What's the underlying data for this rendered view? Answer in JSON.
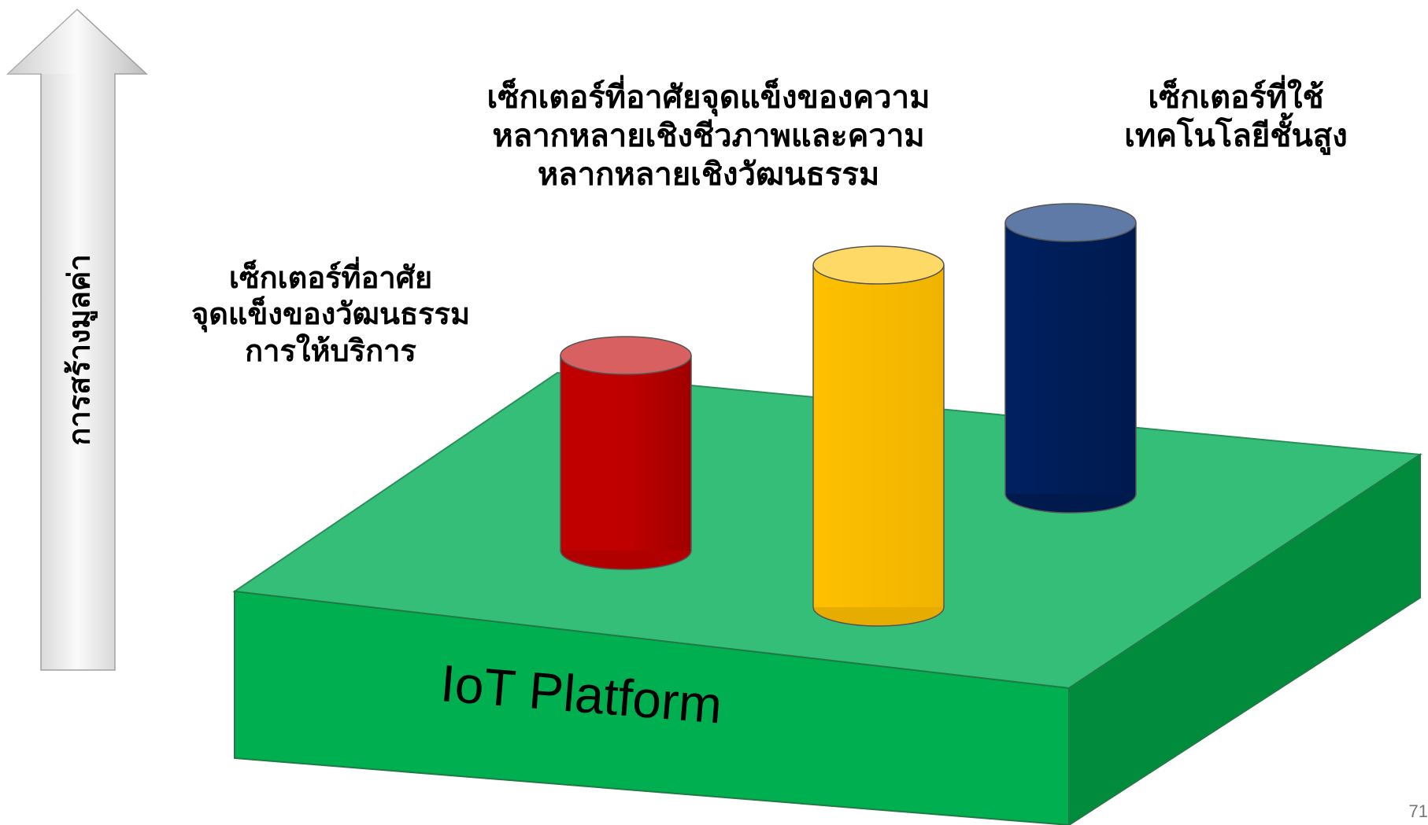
{
  "axis": {
    "label": "การสร้างมูลค่า"
  },
  "platform": {
    "label": "IoT Platform"
  },
  "pillars": [
    {
      "id": "culture",
      "label": "เซ็กเตอร์ที่อาศัย\nจุดแข็งของวัฒนธรรม\nการให้บริการ",
      "color": "#c00000",
      "top_color": "#d96060"
    },
    {
      "id": "biodiversity",
      "label": "เซ็กเตอร์ที่อาศัยจุดแข็งของความ\nหลากหลายเชิงชีวภาพและความ\nหลากหลายเชิงวัฒนธรรม",
      "color": "#ffc000",
      "top_color": "#ffd966"
    },
    {
      "id": "hightech",
      "label": "เซ็กเตอร์ที่ใช้\nเทคโนโลยีชั้นสูง",
      "color": "#002060",
      "top_color": "#5f7aa6"
    }
  ],
  "colors": {
    "platform_top": "#35be78",
    "platform_front": "#00b050",
    "platform_side": "#008c3c",
    "arrow": "#d0d0d0"
  },
  "page_number": "71"
}
